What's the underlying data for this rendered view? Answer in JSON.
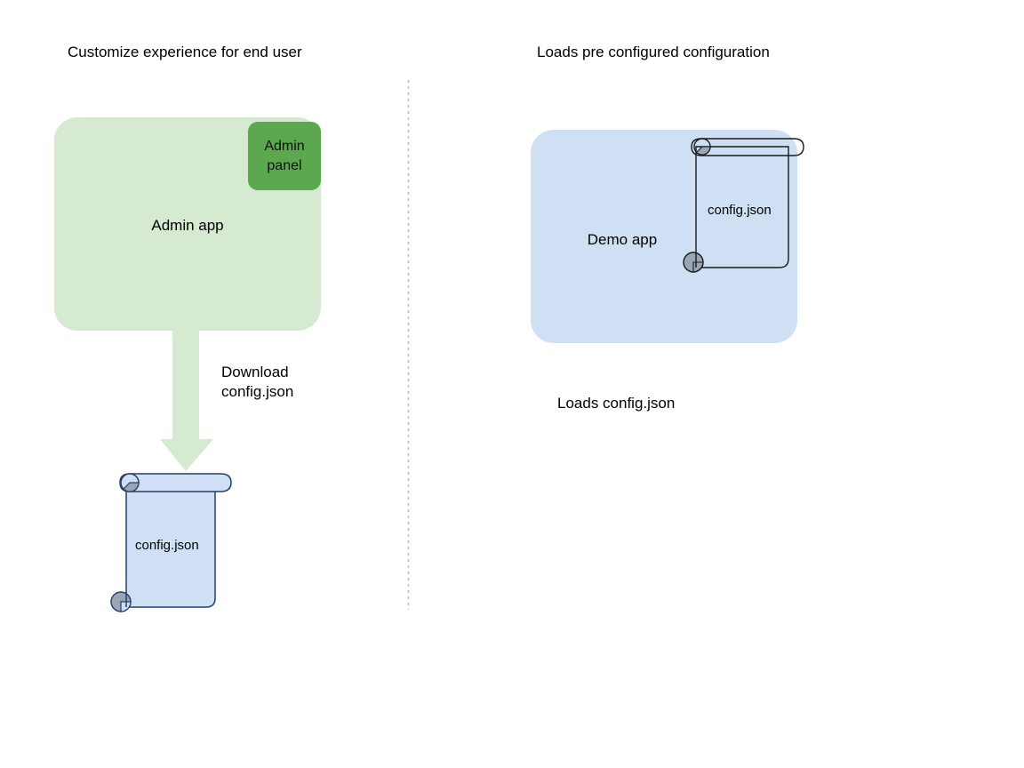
{
  "diagram": {
    "columns": {
      "left": {
        "title": "Customize experience for end user",
        "app_box": {
          "label": "Admin app",
          "fill": "#d5ead0"
        },
        "admin_panel": {
          "label": "Admin\npanel",
          "fill": "#5ba84f"
        },
        "arrow": {
          "label": "Download\nconfig.json",
          "fill": "#d5ead0",
          "direction": "down"
        },
        "document": {
          "label": "config.json",
          "fill": "#cfe0f4",
          "stroke": "#2a3f6b",
          "roll_fill": "#9aa6b4"
        }
      },
      "right": {
        "title": "Loads pre configured configuration",
        "app_box": {
          "label": "Demo app",
          "fill": "#cfe0f4"
        },
        "document": {
          "label": "config.json",
          "fill": "none",
          "stroke": "#1a1a1a",
          "roll_fill": "#9aa6b4"
        },
        "caption": "Loads config.json"
      }
    },
    "divider": {
      "style": "dotted",
      "color": "#b8b8b8"
    }
  }
}
